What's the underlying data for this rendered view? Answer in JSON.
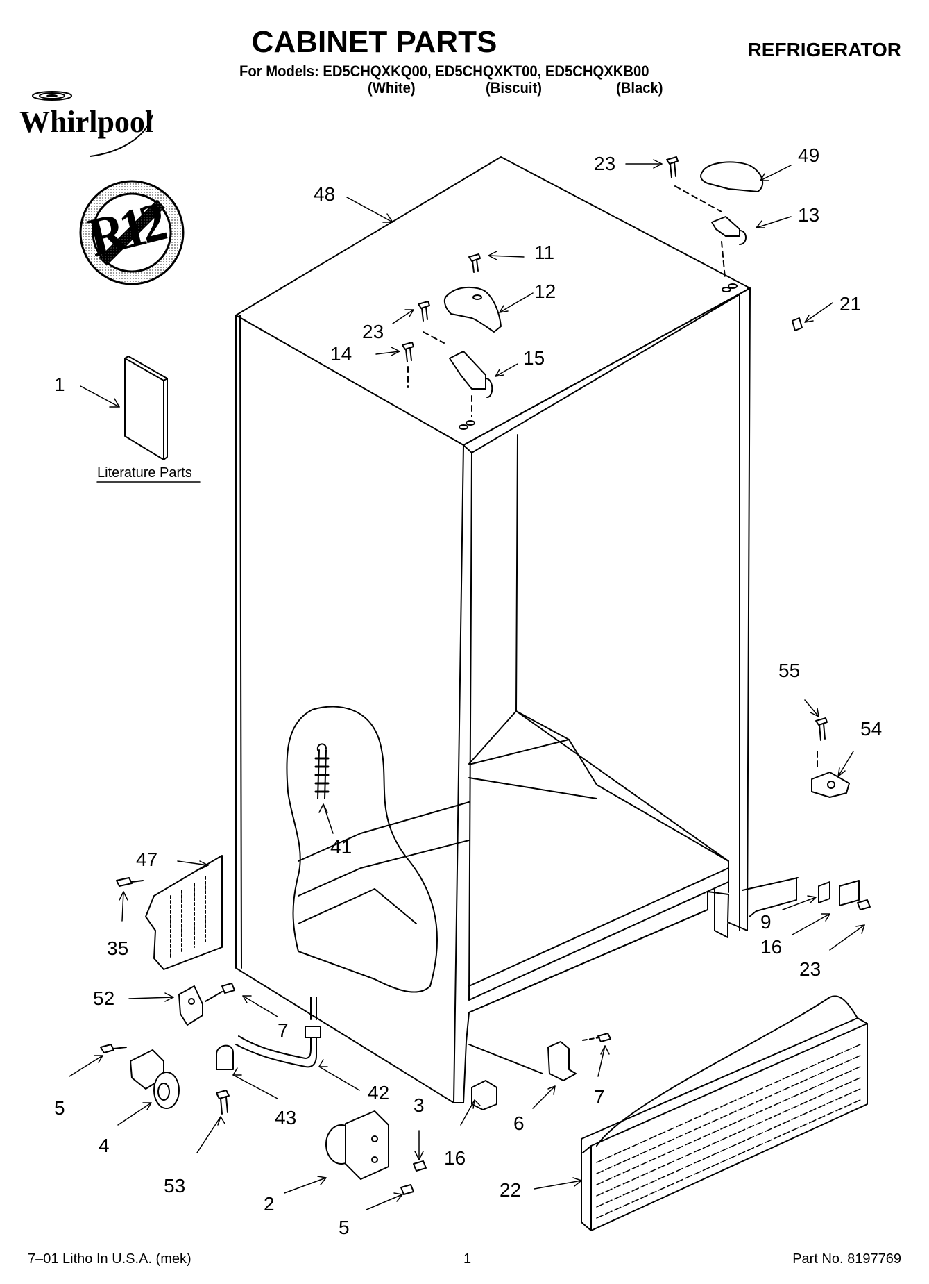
{
  "header": {
    "title": "CABINET PARTS",
    "category": "REFRIGERATOR",
    "models_line": "For Models: ED5CHQXKQ00, ED5CHQXKT00, ED5CHQXKB00",
    "variants": [
      "(White)",
      "(Biscuit)",
      "(Black)"
    ]
  },
  "brand": {
    "logo_text": "Whirlpool"
  },
  "r12_sign": {
    "text": "R12"
  },
  "literature_label": "Literature Parts",
  "callouts": [
    "1",
    "48",
    "23",
    "11",
    "12",
    "23",
    "14",
    "15",
    "49",
    "13",
    "21",
    "55",
    "54",
    "41",
    "47",
    "35",
    "52",
    "7",
    "5",
    "4",
    "53",
    "43",
    "42",
    "3",
    "2",
    "5",
    "16",
    "6",
    "7",
    "22",
    "9",
    "16",
    "23"
  ],
  "footer": {
    "left": "7–01 Litho In U.S.A. (mek)",
    "page": "1",
    "part_no": "Part No. 8197769"
  }
}
